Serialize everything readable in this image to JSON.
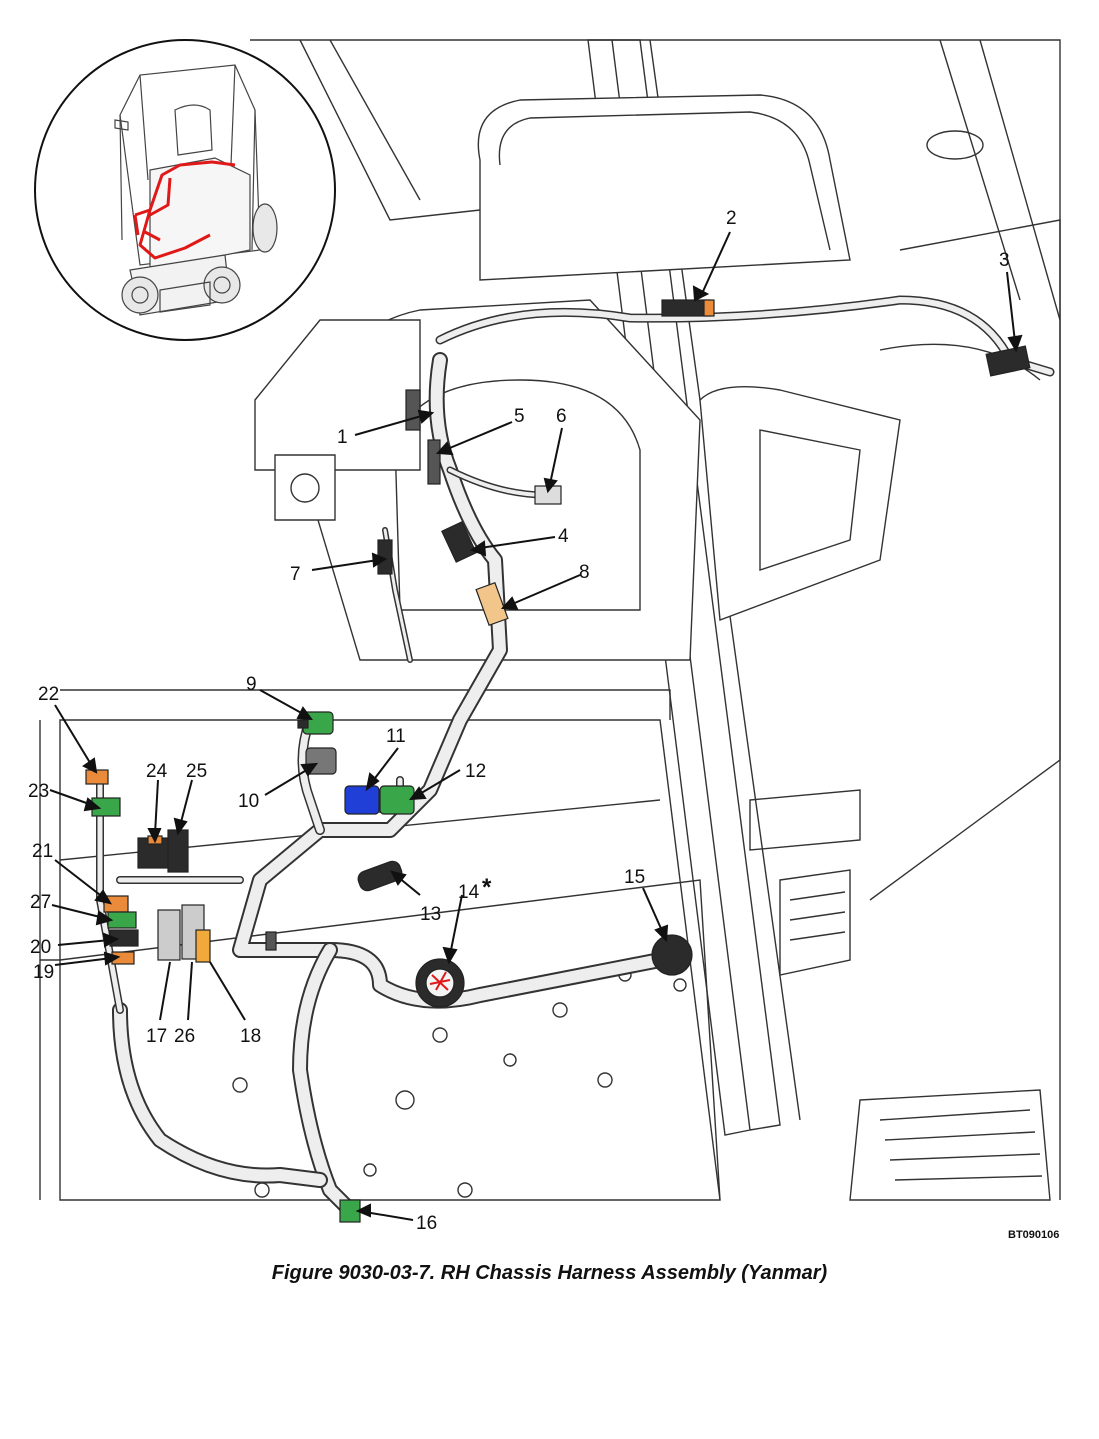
{
  "figure": {
    "caption": "Figure 9030-03-7.  RH Chassis Harness Assembly (Yanmar)",
    "reference_code": "BT090106",
    "callouts": [
      "1",
      "2",
      "3",
      "4",
      "5",
      "6",
      "7",
      "8",
      "9",
      "10",
      "11",
      "12",
      "13",
      "14",
      "15",
      "16",
      "17",
      "18",
      "19",
      "20",
      "21",
      "22",
      "23",
      "24",
      "25",
      "26",
      "27"
    ],
    "asterisk": "*"
  },
  "colors": {
    "line": "#333333",
    "harness": "#eeeeee",
    "connector_orange": "#e98b3a",
    "connector_green": "#3aa64a",
    "connector_blue": "#1f3fd6",
    "connector_black": "#2b2b2b",
    "connector_gray": "#8a8a8a",
    "connector_yellow": "#f2a93b",
    "inset_harness_red": "#e01818"
  },
  "icons": [
    "forklift-inset-icon",
    "harness-routing-icon"
  ]
}
